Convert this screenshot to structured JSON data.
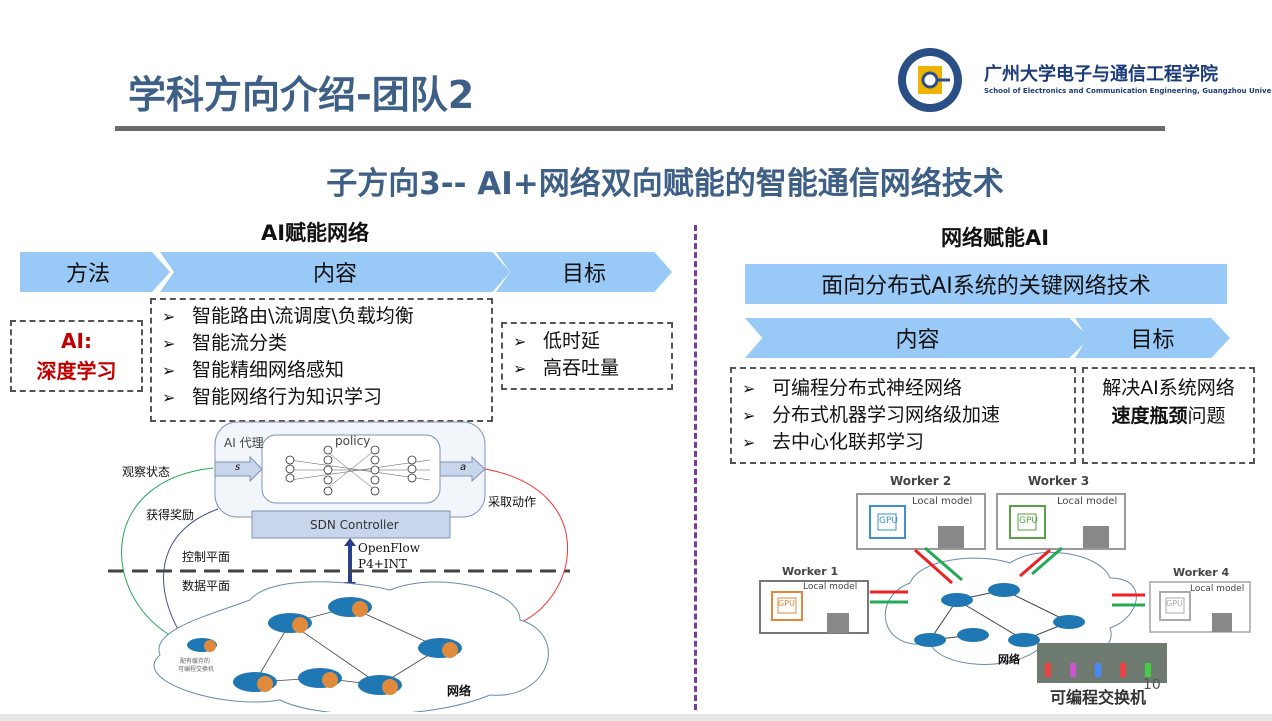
{
  "header": {
    "title": "学科方向介绍-团队2",
    "logo_cn": "广州大学电子与通信工程学院",
    "logo_en": "School of Electronics and Communication Engineering, Guangzhou University"
  },
  "subtitle": "子方向3-- AI+网络双向赋能的智能通信网络技术",
  "left": {
    "heading": "AI赋能网络",
    "chevrons": [
      "方法",
      "内容",
      "目标"
    ],
    "method": [
      "AI:",
      "深度学习"
    ],
    "content": [
      "智能路由\\流调度\\负载均衡",
      "智能流分类",
      "智能精细网络感知",
      "智能网络行为知识学习"
    ],
    "goals": [
      "低时延",
      "高吞吐量"
    ],
    "diagram": {
      "agent": "AI 代理",
      "policy": "policy",
      "s": "s",
      "a": "a",
      "observe": "观察状态",
      "reward": "获得奖励",
      "action": "采取动作",
      "controller": "SDN Controller",
      "protocol1": "OpenFlow",
      "protocol2": "P4+INT",
      "control_plane": "控制平面",
      "data_plane": "数据平面",
      "switch_label1": "配有缓存的",
      "switch_label2": "可编程交换机",
      "network": "网络"
    }
  },
  "right": {
    "heading": "网络赋能AI",
    "banner": "面向分布式AI系统的关键网络技术",
    "chevrons": [
      "内容",
      "目标"
    ],
    "content": [
      "可编程分布式神经网络",
      "分布式机器学习网络级加速",
      "去中心化联邦学习"
    ],
    "goal_pre": "解决AI系统网络",
    "goal_bold": "速度瓶颈",
    "goal_post": "问题",
    "diagram": {
      "workers": [
        "Worker 1",
        "Worker 2",
        "Worker 3",
        "Worker 4"
      ],
      "local_model": "Local model",
      "gpu": "GPU",
      "network": "网络",
      "switch": "可编程交换机"
    }
  },
  "page_number": "10",
  "colors": {
    "title": "#3e5f86",
    "chevron": "#99c9f7",
    "method": "#c00000",
    "divider": "#7a3c9a"
  }
}
